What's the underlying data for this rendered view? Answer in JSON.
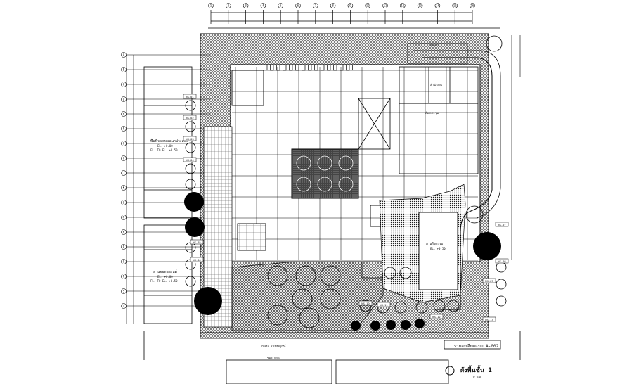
{
  "drawing": {
    "north_label": "ผังพื้นชั้น 1",
    "north_scale": "1:100",
    "section_ref": "รายละเอียดแบบ A-002",
    "road_label": "ถนน ราชพฤกษ์",
    "road_sub": "ซอย กลาง"
  },
  "rooms": {
    "zone_upper_left": "พื้นที่จอดรถเอนกประสงค์",
    "zone_upper_left_level": "EL. +0.00",
    "zone_upper_left_fl": "FL. TO EL. +0.50",
    "zone_lower_left": "ลานจอดรถยนต์",
    "zone_lower_left_level": "EL. +0.00",
    "zone_lower_left_fl": "FL. TO EL. +0.50",
    "right_building_1": "สำนักงาน",
    "right_building_2": "ห้องประชุม",
    "right_building_3": "ห้องน้ำ",
    "lower_right_hall": "ลานกิจกรรม",
    "lower_right_level": "EL. +0.50"
  },
  "tree_tags": [
    "NS.01",
    "NS.02",
    "NS.03",
    "NS.04",
    "NS.05",
    "NS.06",
    "NS.07",
    "NS.08",
    "NS.09",
    "NS.10",
    "NS.11",
    "NS.12",
    "NS.13"
  ],
  "grid_top": [
    "1",
    "2",
    "3",
    "4",
    "5",
    "6",
    "7",
    "8",
    "9",
    "10",
    "11",
    "12",
    "13",
    "14",
    "15",
    "16"
  ],
  "grid_left": [
    "A",
    "B",
    "C",
    "D",
    "E",
    "F",
    "G",
    "H",
    "J",
    "K",
    "L",
    "M",
    "N",
    "P",
    "Q",
    "R",
    "S",
    "T"
  ],
  "colors": {
    "ink": "#000000",
    "hatch": "#555555",
    "paper": "#ffffff"
  }
}
